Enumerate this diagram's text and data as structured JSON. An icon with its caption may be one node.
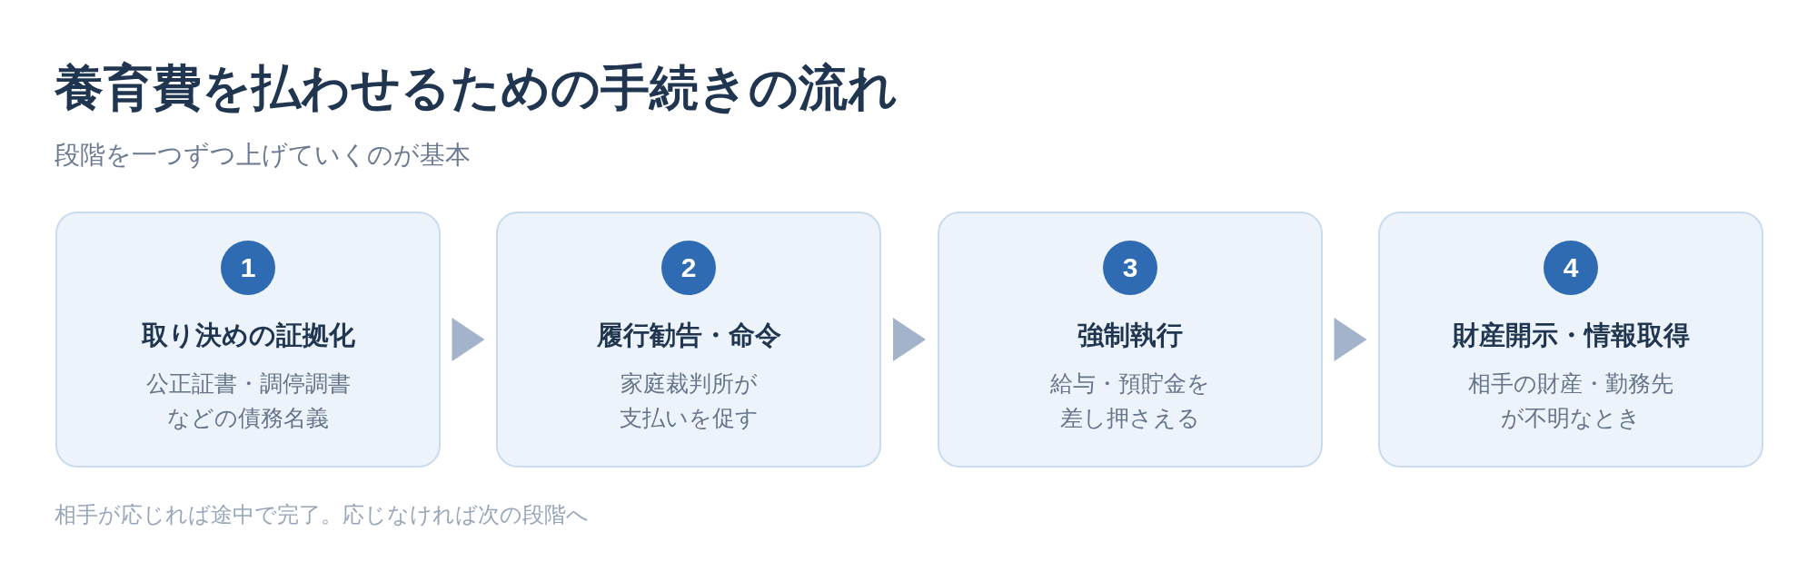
{
  "diagram": {
    "title": "養育費を払わせるための手続きの流れ",
    "nodes": [
      {
        "text": [
          "取り決めの証拠化",
          "公正証書・調停調書などの債務名義"
        ]
      },
      {
        "text": [
          "1"
        ],
        "in": 0
      },
      {
        "text": [
          "履行勧告・命令",
          "家庭裁判所が支払いを促す"
        ]
      },
      {
        "text": [
          "2"
        ],
        "in": 2
      },
      {
        "text": [
          "強制執行",
          "給与・預貯金を差し押さえる"
        ]
      },
      {
        "text": [
          "3"
        ],
        "in": 4
      },
      {
        "text": [
          "財産開示・情報取得",
          "相手の財産・勤務先が不明なとき"
        ]
      },
      {
        "text": [
          "4"
        ],
        "in": 6
      }
    ],
    "edges": [
      {
        "from": 0,
        "to": 2,
        "arrow": "to"
      },
      {
        "from": 2,
        "to": 4,
        "arrow": "to"
      },
      {
        "from": 4,
        "to": 6,
        "arrow": "to"
      }
    ],
    "labels": [
      "段階を一つずつ上げていくのが基本",
      "相手が応じれば途中で完了。応じなければ次の段階へ"
    ]
  }
}
